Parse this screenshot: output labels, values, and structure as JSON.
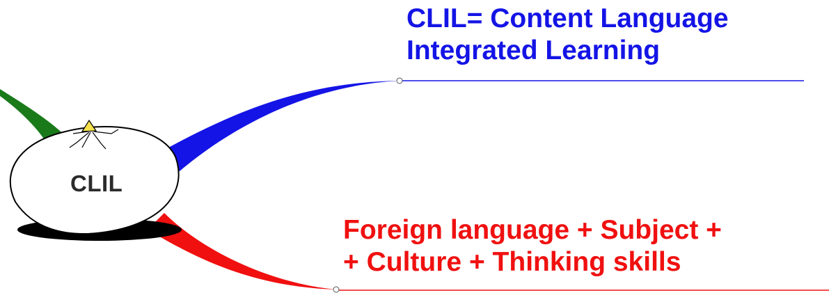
{
  "central_topic": {
    "label": "CLIL"
  },
  "branches": [
    {
      "id": "definition",
      "lines": [
        "CLIL= Content Language",
        "Integrated Learning"
      ],
      "color": "#1414e6"
    },
    {
      "id": "components",
      "lines": [
        "Foreign language + Subject +",
        "+ Culture + Thinking skills"
      ],
      "color": "#f01010"
    }
  ],
  "partial_branch": {
    "color": "#1a7a1a"
  }
}
